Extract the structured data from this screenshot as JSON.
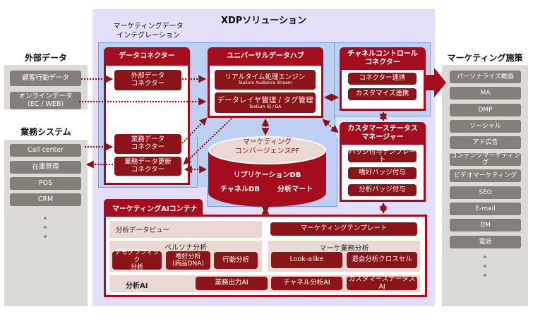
{
  "external_data": {
    "title": "外部データ",
    "items": [
      "顧客行動データ",
      "オンラインデータ\n(EC / WEB)"
    ]
  },
  "business_systems": {
    "title": "業務システム",
    "items": [
      "Call center",
      "在庫管理",
      "POS",
      "CRM"
    ]
  },
  "marketing_measures": {
    "title": "マーケティング施策",
    "items": [
      "パーソナライズ動画",
      "MA",
      "DMP",
      "ソーシャル",
      "アド広告",
      "コンテンツマーケティング",
      "ビデオマーケティング",
      "SEO",
      "E-mail",
      "DM",
      "電話"
    ]
  },
  "xdp": {
    "title": "XDPソリューション",
    "integration_title": "マーケティングデータ\nインテグレーション",
    "data_connector": {
      "title": "データコネクター",
      "items": [
        "外部データ\nコネクター",
        "業務データ\nコネクター",
        "業務データ更新\nコネクター"
      ]
    },
    "universal_hub": {
      "title": "ユニバーサルデータハブ",
      "items": [
        {
          "label": "リアルタイム処理エンジン",
          "sub": "Tealium Audience Stream"
        },
        {
          "label": "データレイヤ管理 / タグ管理",
          "sub": "Tealium iQ / DA"
        }
      ]
    },
    "channel_control": {
      "title": "チャネルコントロール\nコネクター",
      "items": [
        "コネクター連携",
        "カスタマイズ連携"
      ]
    },
    "customer_status": {
      "title": "カスタマーステータス\nマネージャー",
      "items": [
        "バッジ付与テンプレート",
        "嗜好バッジ付与",
        "分析バッジ付与"
      ]
    },
    "convergence_db": {
      "top_label": "マーケティング\nコンバージェンスPF",
      "line1": "リプリケーションDB",
      "line2a": "チャネルDB",
      "line2b": "分析マート"
    },
    "ai_container": {
      "title": "マーケティングAIコンテナ",
      "analysis_view": "分析データビュー",
      "marketing_template": "マーケティングテンプレート",
      "persona": {
        "title": "ペルソナ分析",
        "items": [
          "デモグラフィック\n分析",
          "嗜好分析\n(商品DNA)",
          "行動分析"
        ]
      },
      "marketing_business": {
        "title": "マーケ業務分析",
        "items": [
          "Look-alike",
          "退会分析クロスセル"
        ]
      },
      "analysis_ai": {
        "title": "分析AI",
        "items": [
          "業務出力AI",
          "チャネル分析AI",
          "カスタマーステータスAI"
        ]
      }
    }
  },
  "colors": {
    "brand_red": "#a50d1f",
    "pill_red": "#8b1419",
    "xdp_bg": "#e4dff9",
    "region_blue": "#bfd0f5",
    "side_gray": "#dcdad7",
    "item_gray": "#848079"
  }
}
